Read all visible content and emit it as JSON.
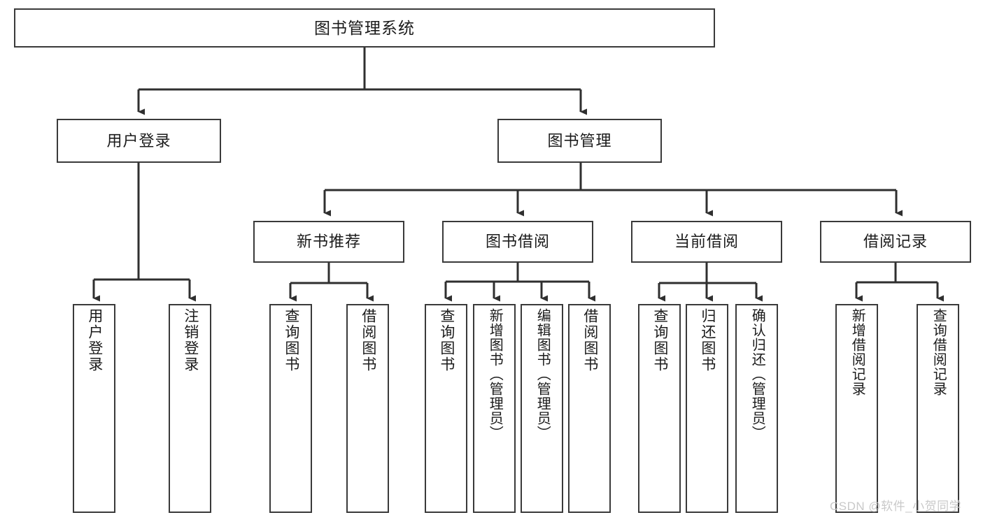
{
  "diagram": {
    "title": "图书管理系统",
    "type": "tree-hierarchy-diagram",
    "root": {
      "id": "root",
      "label": "图书管理系统"
    },
    "level2": [
      {
        "id": "user-login",
        "label": "用户登录"
      },
      {
        "id": "book-manage",
        "label": "图书管理"
      }
    ],
    "level3": [
      {
        "id": "new-book-recommend",
        "label": "新书推荐",
        "parent": "book-manage"
      },
      {
        "id": "book-borrow",
        "label": "图书借阅",
        "parent": "book-manage"
      },
      {
        "id": "current-borrow",
        "label": "当前借阅",
        "parent": "book-manage"
      },
      {
        "id": "borrow-record",
        "label": "借阅记录",
        "parent": "book-manage"
      }
    ],
    "leaves": [
      {
        "id": "leaf-user-login",
        "label": "用户登录",
        "parent": "user-login"
      },
      {
        "id": "leaf-user-logout",
        "label": "注销登录",
        "parent": "user-login"
      },
      {
        "id": "leaf-query-book-1",
        "label": "查询图书",
        "parent": "new-book-recommend"
      },
      {
        "id": "leaf-borrow-book-1",
        "label": "借阅图书",
        "parent": "new-book-recommend"
      },
      {
        "id": "leaf-query-book-2",
        "label": "查询图书",
        "parent": "book-borrow"
      },
      {
        "id": "leaf-add-book",
        "label": "新增图书（管理员）",
        "parent": "book-borrow"
      },
      {
        "id": "leaf-edit-book",
        "label": "编辑图书（管理员）",
        "parent": "book-borrow"
      },
      {
        "id": "leaf-borrow-book-2",
        "label": "借阅图书",
        "parent": "book-borrow"
      },
      {
        "id": "leaf-query-book-3",
        "label": "查询图书",
        "parent": "current-borrow"
      },
      {
        "id": "leaf-return-book",
        "label": "归还图书",
        "parent": "current-borrow"
      },
      {
        "id": "leaf-confirm-return",
        "label": "确认归还（管理员）",
        "parent": "current-borrow"
      },
      {
        "id": "leaf-add-record",
        "label": "新增借阅记录",
        "parent": "borrow-record"
      },
      {
        "id": "leaf-query-record",
        "label": "查询借阅记录",
        "parent": "borrow-record"
      }
    ],
    "watermark": "CSDN @软件_小贺同学",
    "colors": {
      "border": "#3a3a3a",
      "background": "#ffffff",
      "text": "#1b1b1b",
      "edge": "#2f2f2f",
      "watermark": "#c9c9c9"
    }
  }
}
